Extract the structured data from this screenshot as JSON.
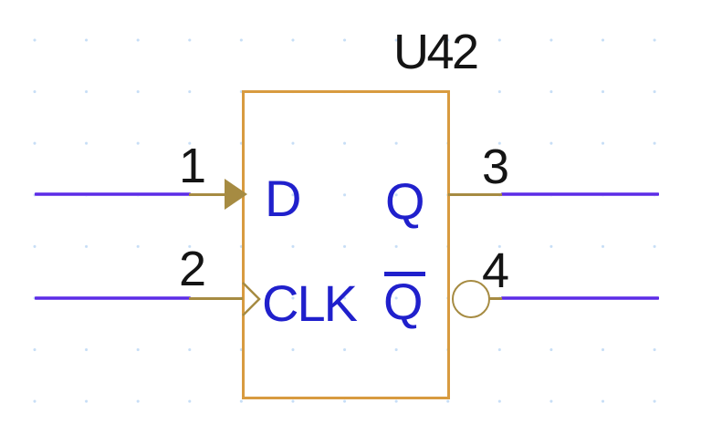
{
  "component": {
    "reference": "U42",
    "type": "D flip-flop schematic symbol",
    "pins": [
      {
        "number": "1",
        "name": "D",
        "side": "left",
        "direction": "input",
        "decoration": "filled-input-arrow"
      },
      {
        "number": "2",
        "name": "CLK",
        "side": "left",
        "direction": "input",
        "decoration": "clock-chevron"
      },
      {
        "number": "3",
        "name": "Q",
        "side": "right",
        "direction": "output",
        "decoration": "none"
      },
      {
        "number": "4",
        "name": "Q",
        "side": "right",
        "direction": "output",
        "decoration": "inversion-bubble",
        "overline": true
      }
    ]
  },
  "colors": {
    "body_outline": "#D89B40",
    "pin_hardware": "#A68B42",
    "wire": "#5C2CE6",
    "pin_label_text": "#2020CC",
    "annotation_text": "#141414",
    "grid_dot": "#C7DEF6",
    "background": "#FFFFFF"
  }
}
